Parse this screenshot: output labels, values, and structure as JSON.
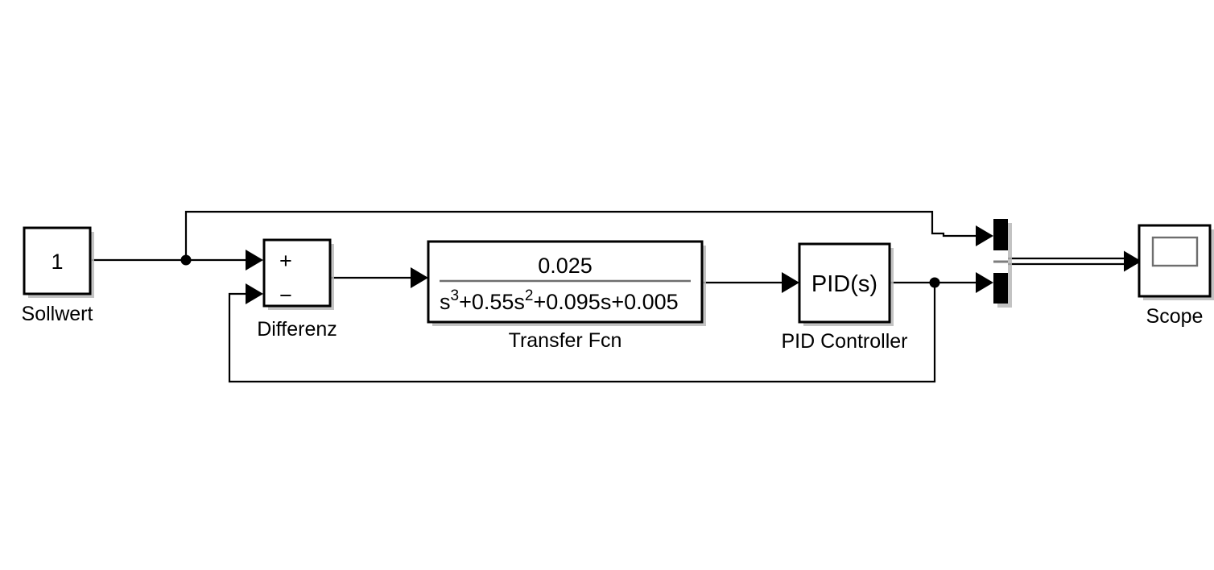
{
  "diagram": {
    "title": "Simulink block diagram - PID control loop",
    "background_color": "#ffffff",
    "line_color": "#000000",
    "blocks": {
      "sollwert": {
        "label": "Sollwert",
        "value": "1",
        "type": "constant-block"
      },
      "differenz": {
        "label": "Differenz",
        "plus_sign": "+",
        "minus_sign": "−",
        "type": "sum-block"
      },
      "transfer_fcn": {
        "label": "Transfer Fcn",
        "numerator": "0.025",
        "denominator_parts": {
          "s_cubed_base": "s",
          "s_cubed_exp": "3",
          "term2_prefix": "+0.55s",
          "term2_exp": "2",
          "tail": "+0.095s+0.005"
        },
        "denominator_plain": "s^3+0.55s^2+0.095s+0.005",
        "type": "transfer-function-block"
      },
      "pid_controller": {
        "label": "PID Controller",
        "value": "PID(s)",
        "type": "pid-block"
      },
      "mux": {
        "label": "",
        "type": "mux-block",
        "inputs": 2
      },
      "scope": {
        "label": "Scope",
        "type": "scope-block"
      }
    },
    "signals": [
      {
        "name": "sollwert-to-differenz",
        "from": "Sollwert",
        "to": "Differenz +",
        "kind": "scalar"
      },
      {
        "name": "sollwert-branch-to-mux",
        "from": "Sollwert branch",
        "to": "Mux input 1",
        "kind": "scalar"
      },
      {
        "name": "differenz-to-transfer-fcn",
        "from": "Differenz",
        "to": "Transfer Fcn",
        "kind": "scalar"
      },
      {
        "name": "transfer-fcn-to-pid",
        "from": "Transfer Fcn",
        "to": "PID Controller",
        "kind": "scalar"
      },
      {
        "name": "pid-to-mux",
        "from": "PID Controller",
        "to": "Mux input 2",
        "kind": "scalar"
      },
      {
        "name": "pid-feedback-to-differenz",
        "from": "PID Controller branch",
        "to": "Differenz −",
        "kind": "scalar"
      },
      {
        "name": "mux-to-scope",
        "from": "Mux",
        "to": "Scope",
        "kind": "bus"
      }
    ]
  }
}
